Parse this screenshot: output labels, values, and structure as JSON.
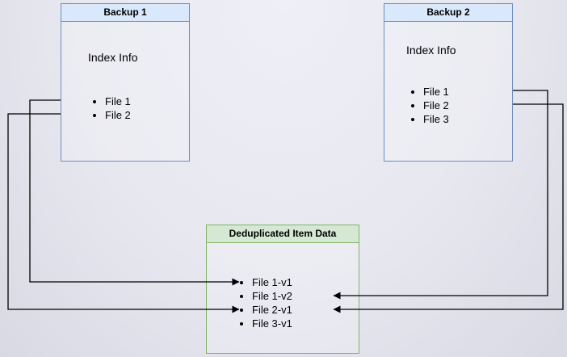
{
  "diagram": {
    "backup1": {
      "title": "Backup 1",
      "subtitle": "Index Info",
      "files": [
        "File 1",
        "File 2"
      ]
    },
    "backup2": {
      "title": "Backup 2",
      "subtitle": "Index Info",
      "files": [
        "File 1",
        "File 2",
        "File 3"
      ]
    },
    "dedup": {
      "title": "Deduplicated Item Data",
      "items": [
        "File 1-v1",
        "File 1-v2",
        "File 2-v1",
        "File 3-v1"
      ]
    }
  },
  "connections": [
    {
      "from": "Backup 1 / File 1",
      "to": "File 1-v1",
      "side": "left"
    },
    {
      "from": "Backup 1 / File 2",
      "to": "File 2-v1",
      "side": "left"
    },
    {
      "from": "Backup 2 / File 1",
      "to": "File 1-v2",
      "side": "right"
    },
    {
      "from": "Backup 2 / File 2",
      "to": "File 2-v1",
      "side": "right"
    }
  ],
  "colors": {
    "blue_border": "#6c8ebf",
    "blue_fill": "#dae8fc",
    "green_border": "#82b366",
    "green_fill": "#d5e8d4",
    "arrow": "#000000"
  }
}
